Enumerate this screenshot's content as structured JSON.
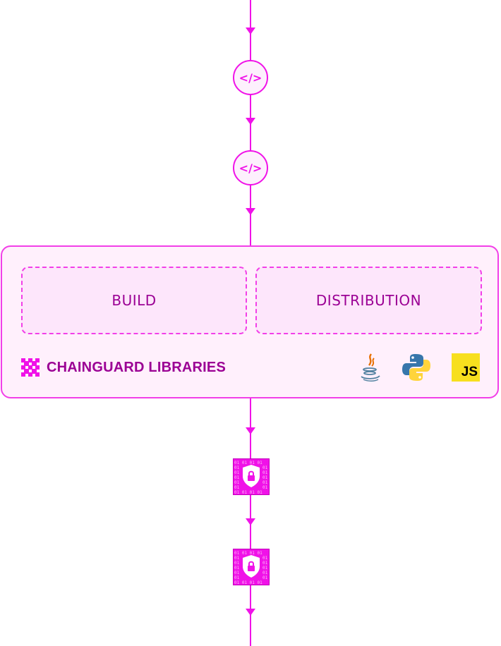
{
  "diagram": {
    "accent_color": "#f012e8",
    "text_color": "#9b0094",
    "upstream_nodes": [
      {
        "icon": "code-icon",
        "glyph": "</>"
      },
      {
        "icon": "code-icon",
        "glyph": "</>"
      }
    ],
    "panel": {
      "title": "CHAINGUARD LIBRARIES",
      "logo_icon": "chainguard-logo-icon",
      "stages": [
        {
          "label": "BUILD"
        },
        {
          "label": "DISTRIBUTION"
        }
      ],
      "languages": [
        {
          "name": "Java",
          "icon": "java-icon"
        },
        {
          "name": "Python",
          "icon": "python-icon"
        },
        {
          "name": "JavaScript",
          "icon": "javascript-icon",
          "glyph": "JS"
        }
      ]
    },
    "downstream_nodes": [
      {
        "icon": "secure-binary-lock-icon",
        "binary_text": "01"
      },
      {
        "icon": "secure-binary-lock-icon",
        "binary_text": "01"
      }
    ]
  }
}
